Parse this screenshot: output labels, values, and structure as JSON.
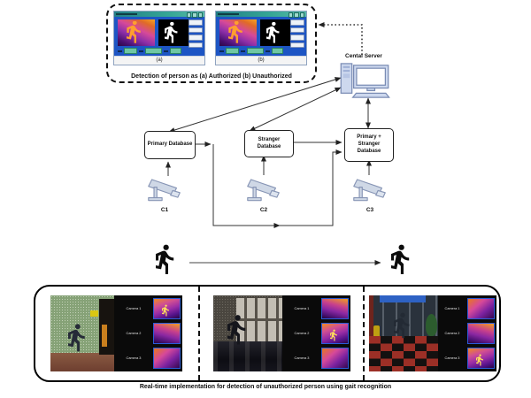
{
  "figure": {
    "top_panel": {
      "caption": "Detection of person as (a) Authorized (b) Unauthorized",
      "screens": [
        {
          "label": "(a)"
        },
        {
          "label": "(b)"
        }
      ]
    },
    "server_label": "Cental Server",
    "databases": [
      {
        "label": "Primary Database"
      },
      {
        "label": "Stranger Database"
      },
      {
        "label": "Primary + Stranger Database"
      }
    ],
    "cameras": [
      {
        "label": "C1"
      },
      {
        "label": "C2"
      },
      {
        "label": "C3"
      }
    ],
    "bottom_panel": {
      "caption": "Real-time implementation for detection of unauthorized person using gait recognition",
      "scenes": [
        {
          "highlighted_feed": "Camera 1",
          "feeds": [
            {
              "label": "Camera 1",
              "active": true
            },
            {
              "label": "Camera 2",
              "active": false
            },
            {
              "label": "Camera 3",
              "active": false
            }
          ]
        },
        {
          "highlighted_feed": "Camera 2",
          "feeds": [
            {
              "label": "Camera 1",
              "active": false
            },
            {
              "label": "Camera 2",
              "active": true
            },
            {
              "label": "Camera 3",
              "active": false
            }
          ]
        },
        {
          "highlighted_feed": "Camera 3",
          "feeds": [
            {
              "label": "Camera 1",
              "active": false
            },
            {
              "label": "Camera 2",
              "active": false
            },
            {
              "label": "Camera 3",
              "active": true
            }
          ]
        }
      ]
    },
    "colors": {
      "app_body_blue": "#1d55c4",
      "app_titlebar_teal": "#35a695",
      "field_green": "#6ec7a3",
      "thermal_border_blue": "#2b5bd7",
      "thermal_hot": "#f5a623",
      "thermal_cold": "#2a0845",
      "icon_fill": "#cdd8ee",
      "line_color": "#333333"
    }
  }
}
